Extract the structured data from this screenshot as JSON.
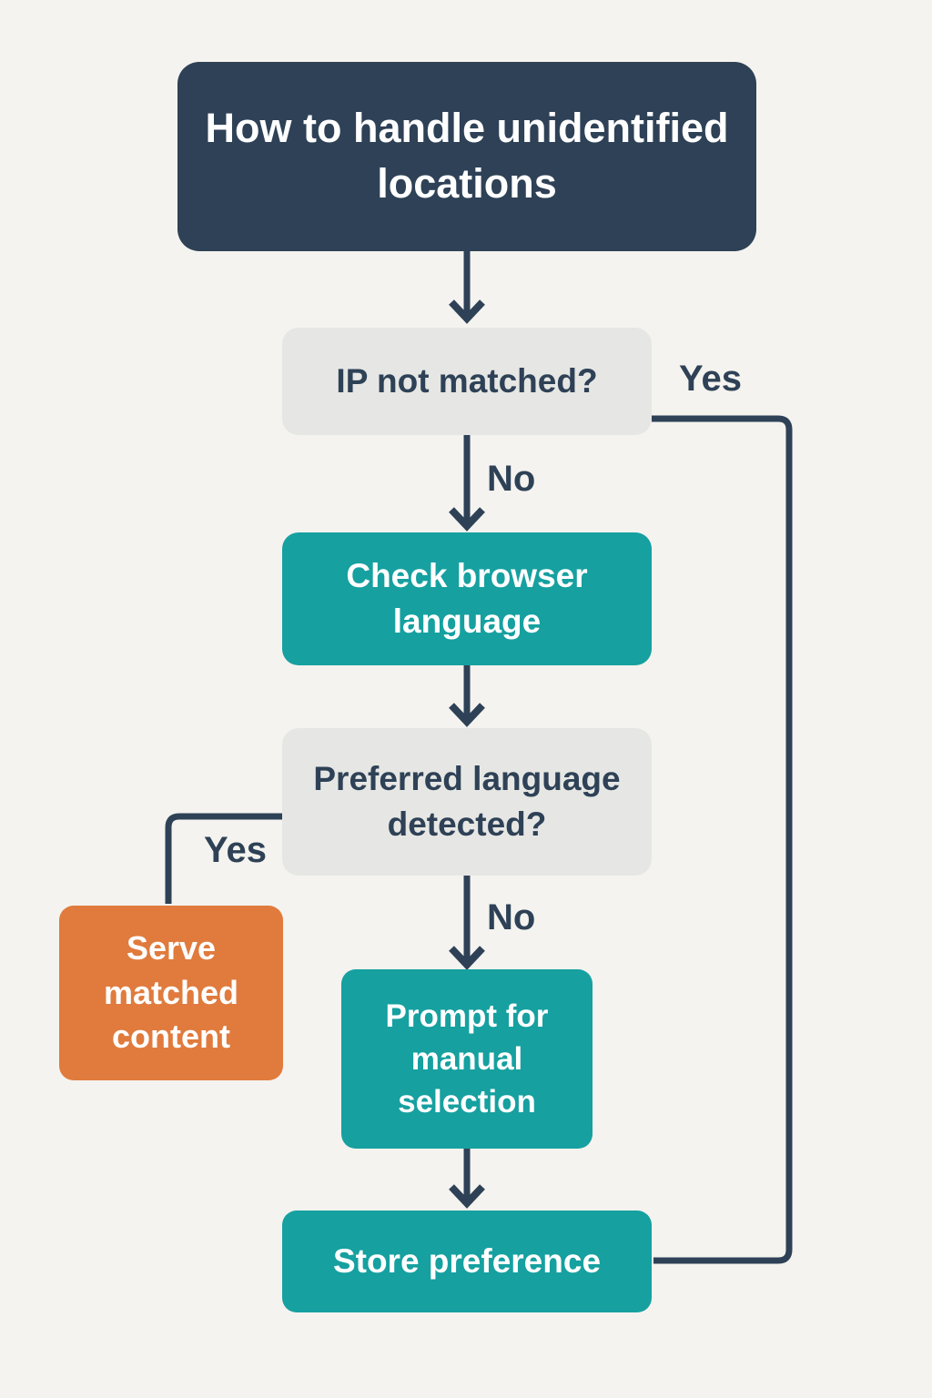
{
  "title": "How to handle unidentified locations",
  "nodes": {
    "start": {
      "label": "How to handle unidentified locations",
      "type": "title"
    },
    "ip_check": {
      "label": "IP not matched?",
      "type": "decision"
    },
    "check_browser": {
      "label": "Check browser language",
      "type": "process"
    },
    "pref_detected": {
      "label": "Preferred language detected?",
      "type": "decision"
    },
    "serve_matched": {
      "label": "Serve matched content",
      "type": "result"
    },
    "prompt_manual": {
      "label": "Prompt for manual selection",
      "type": "process"
    },
    "store_pref": {
      "label": "Store preference",
      "type": "process"
    }
  },
  "edge_labels": {
    "ip_yes": "Yes",
    "ip_no": "No",
    "pref_yes": "Yes",
    "pref_no": "No"
  },
  "colors": {
    "bg": "#f4f3ef",
    "navy": "#2e4156",
    "teal": "#16a0a0",
    "gray": "#e6e7e4",
    "orange": "#e07b3d",
    "line": "#2e4156",
    "text_light": "#ffffff"
  }
}
